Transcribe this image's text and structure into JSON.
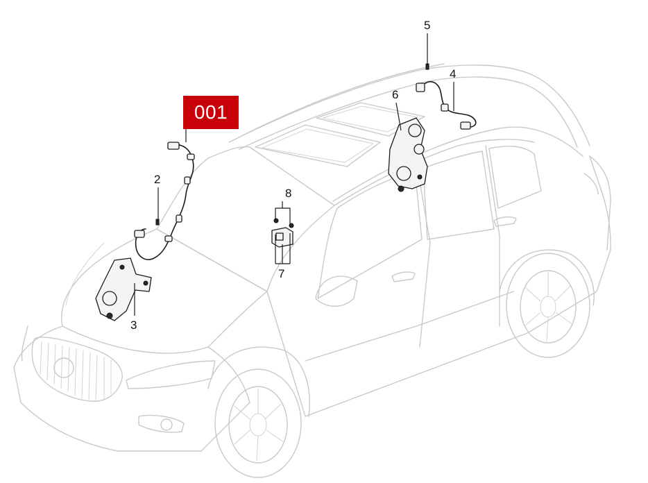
{
  "badge": {
    "label": "001",
    "color": "#c8000a"
  },
  "callouts": [
    {
      "id": "c1",
      "label": "2"
    },
    {
      "id": "c2",
      "label": "3"
    },
    {
      "id": "c3",
      "label": "4"
    },
    {
      "id": "c4",
      "label": "5"
    },
    {
      "id": "c5",
      "label": "6"
    },
    {
      "id": "c6",
      "label": "7"
    },
    {
      "id": "c7",
      "label": "8"
    }
  ]
}
